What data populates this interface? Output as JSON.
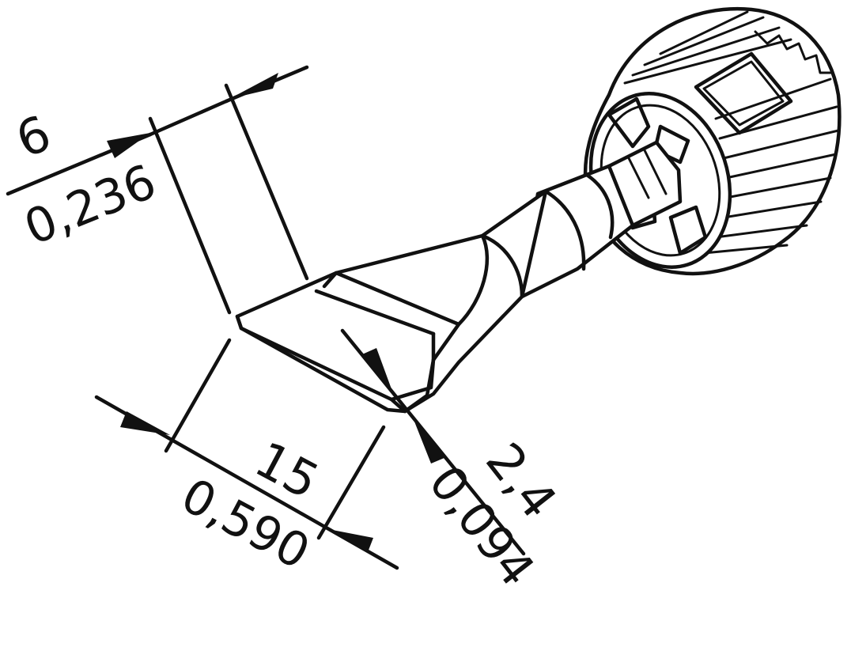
{
  "dimensions": {
    "width": {
      "mm": "6",
      "inch": "0,236"
    },
    "length": {
      "mm": "15",
      "inch": "0,590"
    },
    "thickness": {
      "mm": "2,4",
      "inch": "0,094"
    }
  },
  "colors": {
    "line": "#111111",
    "background": "#ffffff"
  }
}
